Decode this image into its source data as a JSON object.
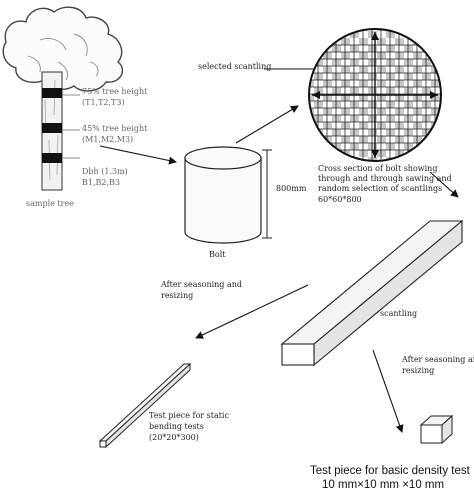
{
  "labels": {
    "top_fragment": "-- ---- - ---",
    "tree_75_line1": "75% tree height",
    "tree_75_line2": "(T1,T2,T3)",
    "tree_45_line1": "45% tree height",
    "tree_45_line2": "(M1,M2,M3)",
    "dbh_line1": "Dbh (1.3m)",
    "dbh_line2": "B1,B2,B3",
    "sample_tree": "sample tree",
    "selected_scantling": "selected scantling",
    "bolt": "Bolt",
    "bolt_length": "800mm",
    "cross_line1": "Cross section of bolt showing",
    "cross_line2": "through and through sawing and",
    "cross_line3": "random selection of scantlings",
    "cross_line4": "60*60*800",
    "seasoning1_line1": "After seasoning  and",
    "seasoning1_line2": "resizing",
    "scantling": "scantling",
    "seasoning2_line1": "After seasoning and",
    "seasoning2_line2": "resizing",
    "static_line1": "Test piece for static",
    "static_line2": "bending tests",
    "static_line3": "(20*20*300)",
    "density_line1": "Test piece for basic density test",
    "density_line2": "10  mm×10  mm  ×10  mm"
  }
}
